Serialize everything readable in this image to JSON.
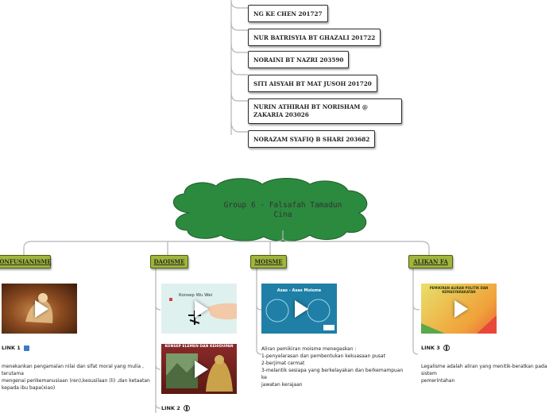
{
  "members": [
    "NG KE CHEN 201727",
    "NUR BATRISYIA BT GHAZALI 201722",
    "NORAINI BT NAZRI 203590",
    "SITI AISYAH BT MAT JUSOH 201720",
    "NURIN ATHIRAH BT NORISHAM @ ZAKARIA 203026",
    "NORAZAM SYAFIQ B SHARI 203682"
  ],
  "central": {
    "line1": "Group 6 - Falsafah Tamadun",
    "line2": "Cina"
  },
  "branches": {
    "konfusianisme": {
      "label": "KONFUSIANISME",
      "link": "LINK 1",
      "desc": [
        "menekankan pengamalan nilai dan sifat moral yang mulia , terutama",
        "mengenai perikemanusiaan (ren),kesusilaan (li) ,dan ketaatan",
        "kepada ibu bapa(xiao)"
      ]
    },
    "daoisme": {
      "label": "DAOISME",
      "slide1": "Konsep Wu Wei",
      "slide2": "KONSEP ELEMEN DAN KEHIDUPAN",
      "link": "LINK 2"
    },
    "moisme": {
      "label": "MOISME",
      "slide_title": "Asas - Asas Moisme",
      "desc": [
        "Aliran pemikiran moisme menegaskan :",
        "1-penyelarasan dan pembentukan kekuasaan pusat",
        "2-berjimat cermat",
        "3-melantik sesiapa yang berkelayakan dan berkemampuan ke",
        "jawatan kerajaan"
      ]
    },
    "alikan_fa": {
      "label": "ALIKAN FA",
      "slide_title": "PEMIKIRAN ALIRAN POLITIK DAN KEMASYARAKATAN",
      "link": "LINK 3",
      "desc": [
        "Legalisme adalah aliran yang menitik-beratkan pada sistem",
        "pemerintahan"
      ]
    }
  },
  "colors": {
    "branch": "#9fb63a",
    "cloud": "#2c8a3e",
    "line": "#b5b5b5"
  }
}
